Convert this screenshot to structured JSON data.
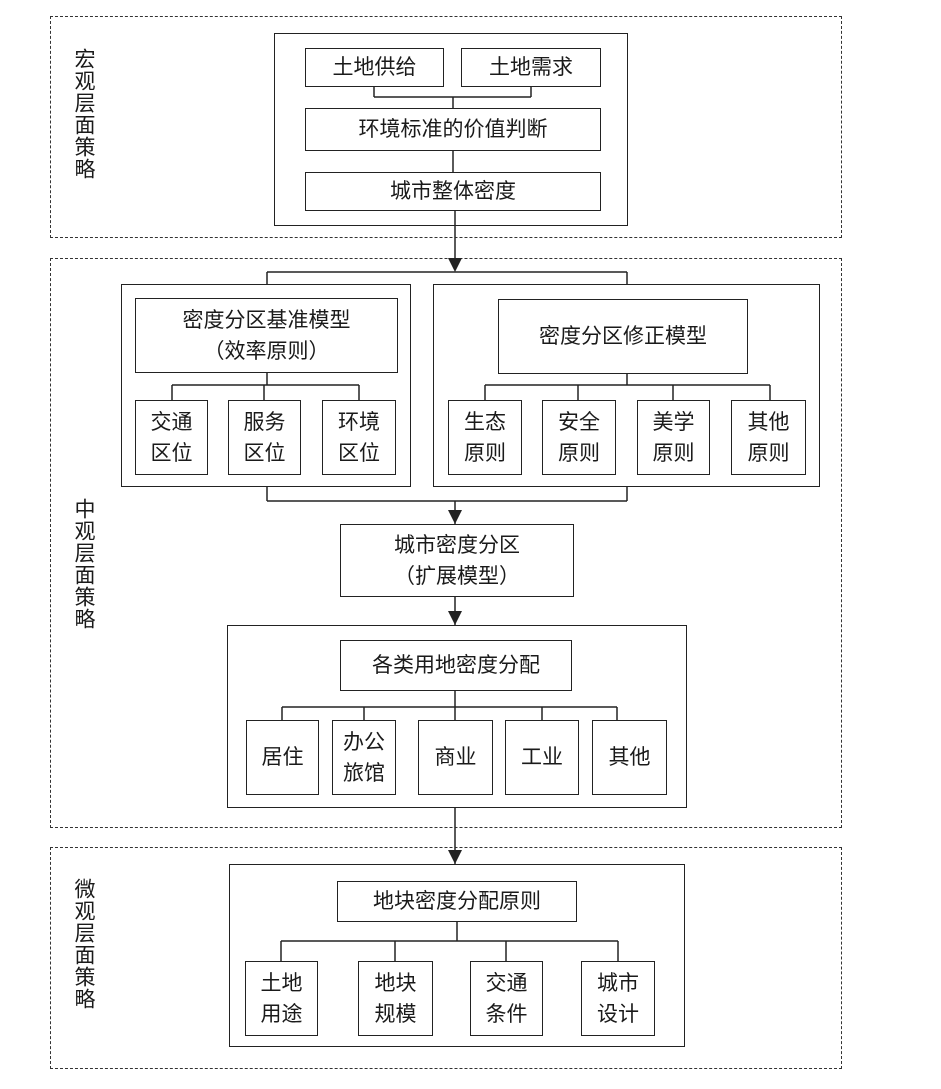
{
  "macro": {
    "label": "宏观层面策略",
    "supply": "土地供给",
    "demand": "土地需求",
    "value_judgment": "环境标准的价值判断",
    "overall_density": "城市整体密度"
  },
  "meso": {
    "label": "中观层面策略",
    "base_model": [
      "密度分区基准模型",
      "（效率原则）"
    ],
    "base_factors": [
      [
        "交通",
        "区位"
      ],
      [
        "服务",
        "区位"
      ],
      [
        "环境",
        "区位"
      ]
    ],
    "correction_model": "密度分区修正模型",
    "correction_factors": [
      [
        "生态",
        "原则"
      ],
      [
        "安全",
        "原则"
      ],
      [
        "美学",
        "原则"
      ],
      [
        "其他",
        "原则"
      ]
    ],
    "zoning": [
      "城市密度分区",
      "（扩展模型）"
    ],
    "allocation": "各类用地密度分配",
    "land_uses": [
      [
        "居住"
      ],
      [
        "办公",
        "旅馆"
      ],
      [
        "商业"
      ],
      [
        "工业"
      ],
      [
        "其他"
      ]
    ]
  },
  "micro": {
    "label": "微观层面策略",
    "parcel_principle": "地块密度分配原则",
    "parcel_factors": [
      [
        "土地",
        "用途"
      ],
      [
        "地块",
        "规模"
      ],
      [
        "交通",
        "条件"
      ],
      [
        "城市",
        "设计"
      ]
    ]
  }
}
